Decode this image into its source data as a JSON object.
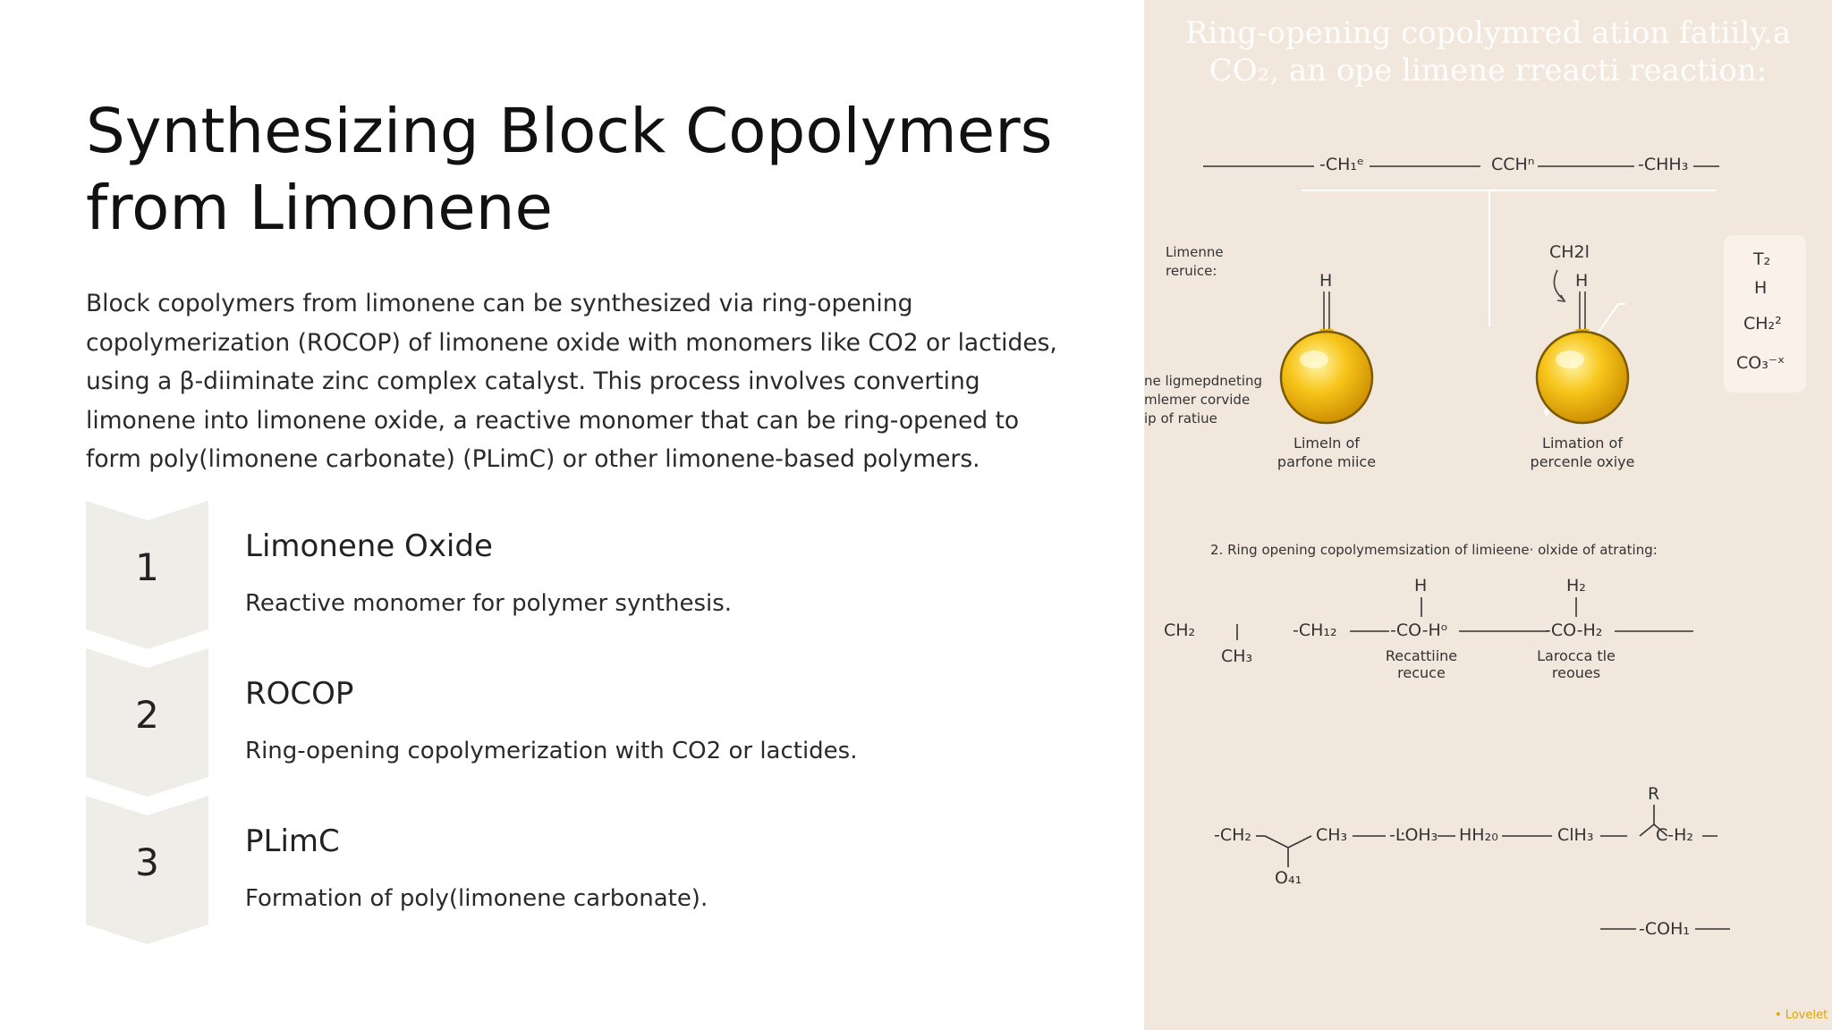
{
  "slide": {
    "title": "Synthesizing Block Copolymers\nfrom Limonene",
    "intro": "Block copolymers from limonene can be synthesized via ring-opening copolymerization (ROCOP) of limonene oxide with monomers like CO2 or lactides, using a β-diiminate zinc complex catalyst. This process involves converting limonene into limonene oxide, a reactive monomer that can be ring-opened to form poly(limonene carbonate) (PLimC) or other limonene-based polymers.",
    "steps": [
      {
        "number": "1",
        "title": "Limonene Oxide",
        "description": "Reactive monomer for polymer synthesis."
      },
      {
        "number": "2",
        "title": "ROCOP",
        "description": "Ring-opening copolymerization with CO2 or lactides."
      },
      {
        "number": "3",
        "title": "PLimC",
        "description": "Formation of poly(limonene carbonate)."
      }
    ]
  },
  "illustration": {
    "header": "Ring-opening copolymred ation fatiily.a\nCO₂, an ope limene rreacti reaction:",
    "top_chain": [
      "-CH₁ᵉ",
      "CCHⁿ",
      "-CHH₃"
    ],
    "left_note": [
      "Limenne",
      "reruice:"
    ],
    "side_note": [
      "ne ligmepdneting",
      "mlemer corvide",
      "ip of ratiue"
    ],
    "flask_left": {
      "atom": "H",
      "label": [
        "Limeln of",
        "parfone miice"
      ]
    },
    "flask_right": {
      "top": "CH2l",
      "atom": "H",
      "label": [
        "Limation of",
        "percenle oxiye"
      ]
    },
    "callout": [
      "T₂",
      "H",
      "CH₂²",
      "CO₃⁻ˣ"
    ],
    "section2_caption": "2. Ring opening copolymemsization of limieene· olxide of atrating:",
    "mid_chain": {
      "left": [
        "CH₂",
        "CH₃",
        "-CH₁₂"
      ],
      "group1": {
        "top": "H",
        "formula": "-CO-Hᵒ",
        "label": [
          "Recattiine",
          "recuce"
        ]
      },
      "group2": {
        "top": "H₂",
        "formula": "-CO-H₂",
        "label": [
          "Larocca tle",
          "reoues"
        ]
      }
    },
    "bottom_chain": [
      "-CH₂",
      "CH₃",
      "-ĿOH₃",
      "HH₂₀",
      "ClH₃",
      "C-H₂",
      "O₄₁",
      "R"
    ],
    "bottom_extra": "-COH₁",
    "brand": "• Lovelet"
  }
}
